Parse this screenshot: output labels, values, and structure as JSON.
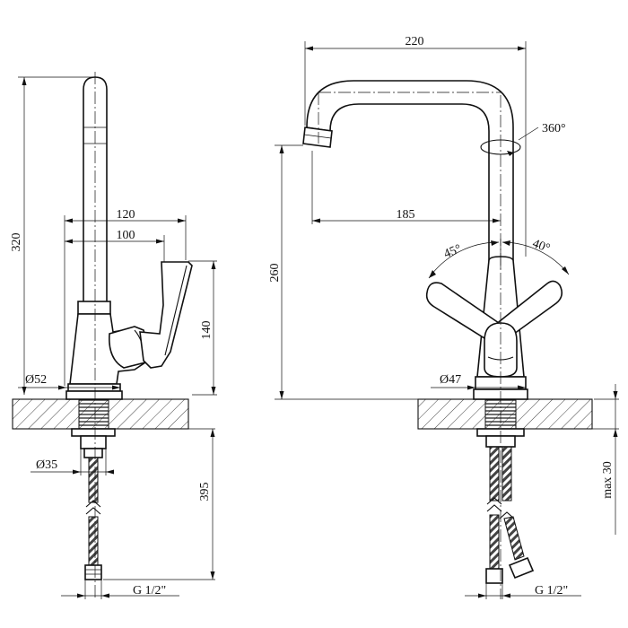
{
  "side_view": {
    "height_total": "320",
    "reach_outer": "120",
    "reach_inner": "100",
    "handle_height": "140",
    "base_diameter": "Ø52",
    "shank_diameter": "Ø35",
    "hose_length": "395",
    "connection_thread": "G 1/2\""
  },
  "front_view": {
    "spout_width": "220",
    "swivel_angle": "360°",
    "spout_reach": "185",
    "spout_height": "260",
    "handle_angle_left": "45°",
    "handle_angle_right": "40°",
    "base_diameter": "Ø47",
    "max_countertop": "max 30",
    "connection_thread": "G 1/2\""
  }
}
